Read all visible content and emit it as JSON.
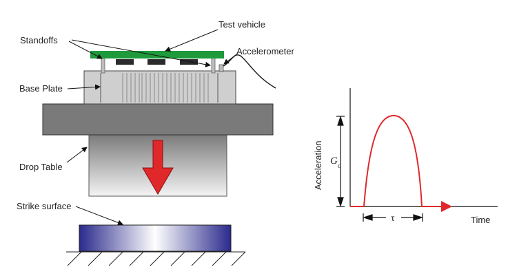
{
  "labels": {
    "test_vehicle": "Test vehicle",
    "standoffs": "Standoffs",
    "accelerometer": "Accelerometer",
    "base_plate": "Base Plate",
    "drop_table": "Drop Table",
    "strike_surface": "Strike surface"
  },
  "pulse_graph": {
    "y_axis_label": "Acceleration",
    "x_axis_label": "Time",
    "peak_symbol": "G",
    "peak_subscript": "o",
    "duration_symbol": "τ"
  },
  "colors": {
    "board": "#1e9a3c",
    "chip": "#2b2b2b",
    "base_plate": "#cfcfcf",
    "drop_table_top": "#7a7a7a",
    "pulse_curve": "#e0282a",
    "drop_arrow": "#e0282a",
    "strike_block": "#2a2a8c"
  }
}
